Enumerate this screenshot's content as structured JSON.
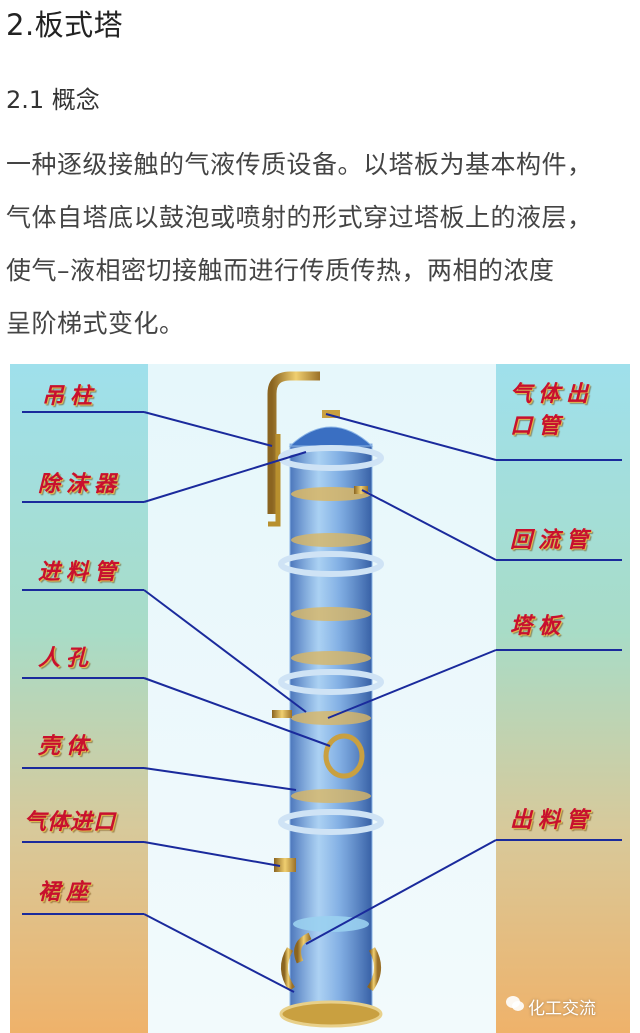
{
  "heading": "2.板式塔",
  "subheading": "2.1 概念",
  "paragraph_lines": [
    "一种逐级接触的气液传质设备。以塔板为基本构件，",
    "气体自塔底以鼓泡或喷射的形式穿过塔板上的液层，",
    "使气–液相密切接触而进行传质传热，两相的浓度",
    "呈阶梯式变化。"
  ],
  "figure": {
    "left_labels": [
      "吊柱",
      "除沫器",
      "进料管",
      "人孔",
      "壳体",
      "气体进口",
      "裙座"
    ],
    "right_labels": [
      "气体出口管",
      "回流管",
      "塔板",
      "出料管"
    ],
    "colors": {
      "label": "#c8102e",
      "leader_line": "#1a2a9c",
      "shell": "#3a6fc2",
      "brass": "#c9a040"
    }
  },
  "watermark": {
    "icon": "chat-bubble-icon",
    "text": "化工交流"
  }
}
